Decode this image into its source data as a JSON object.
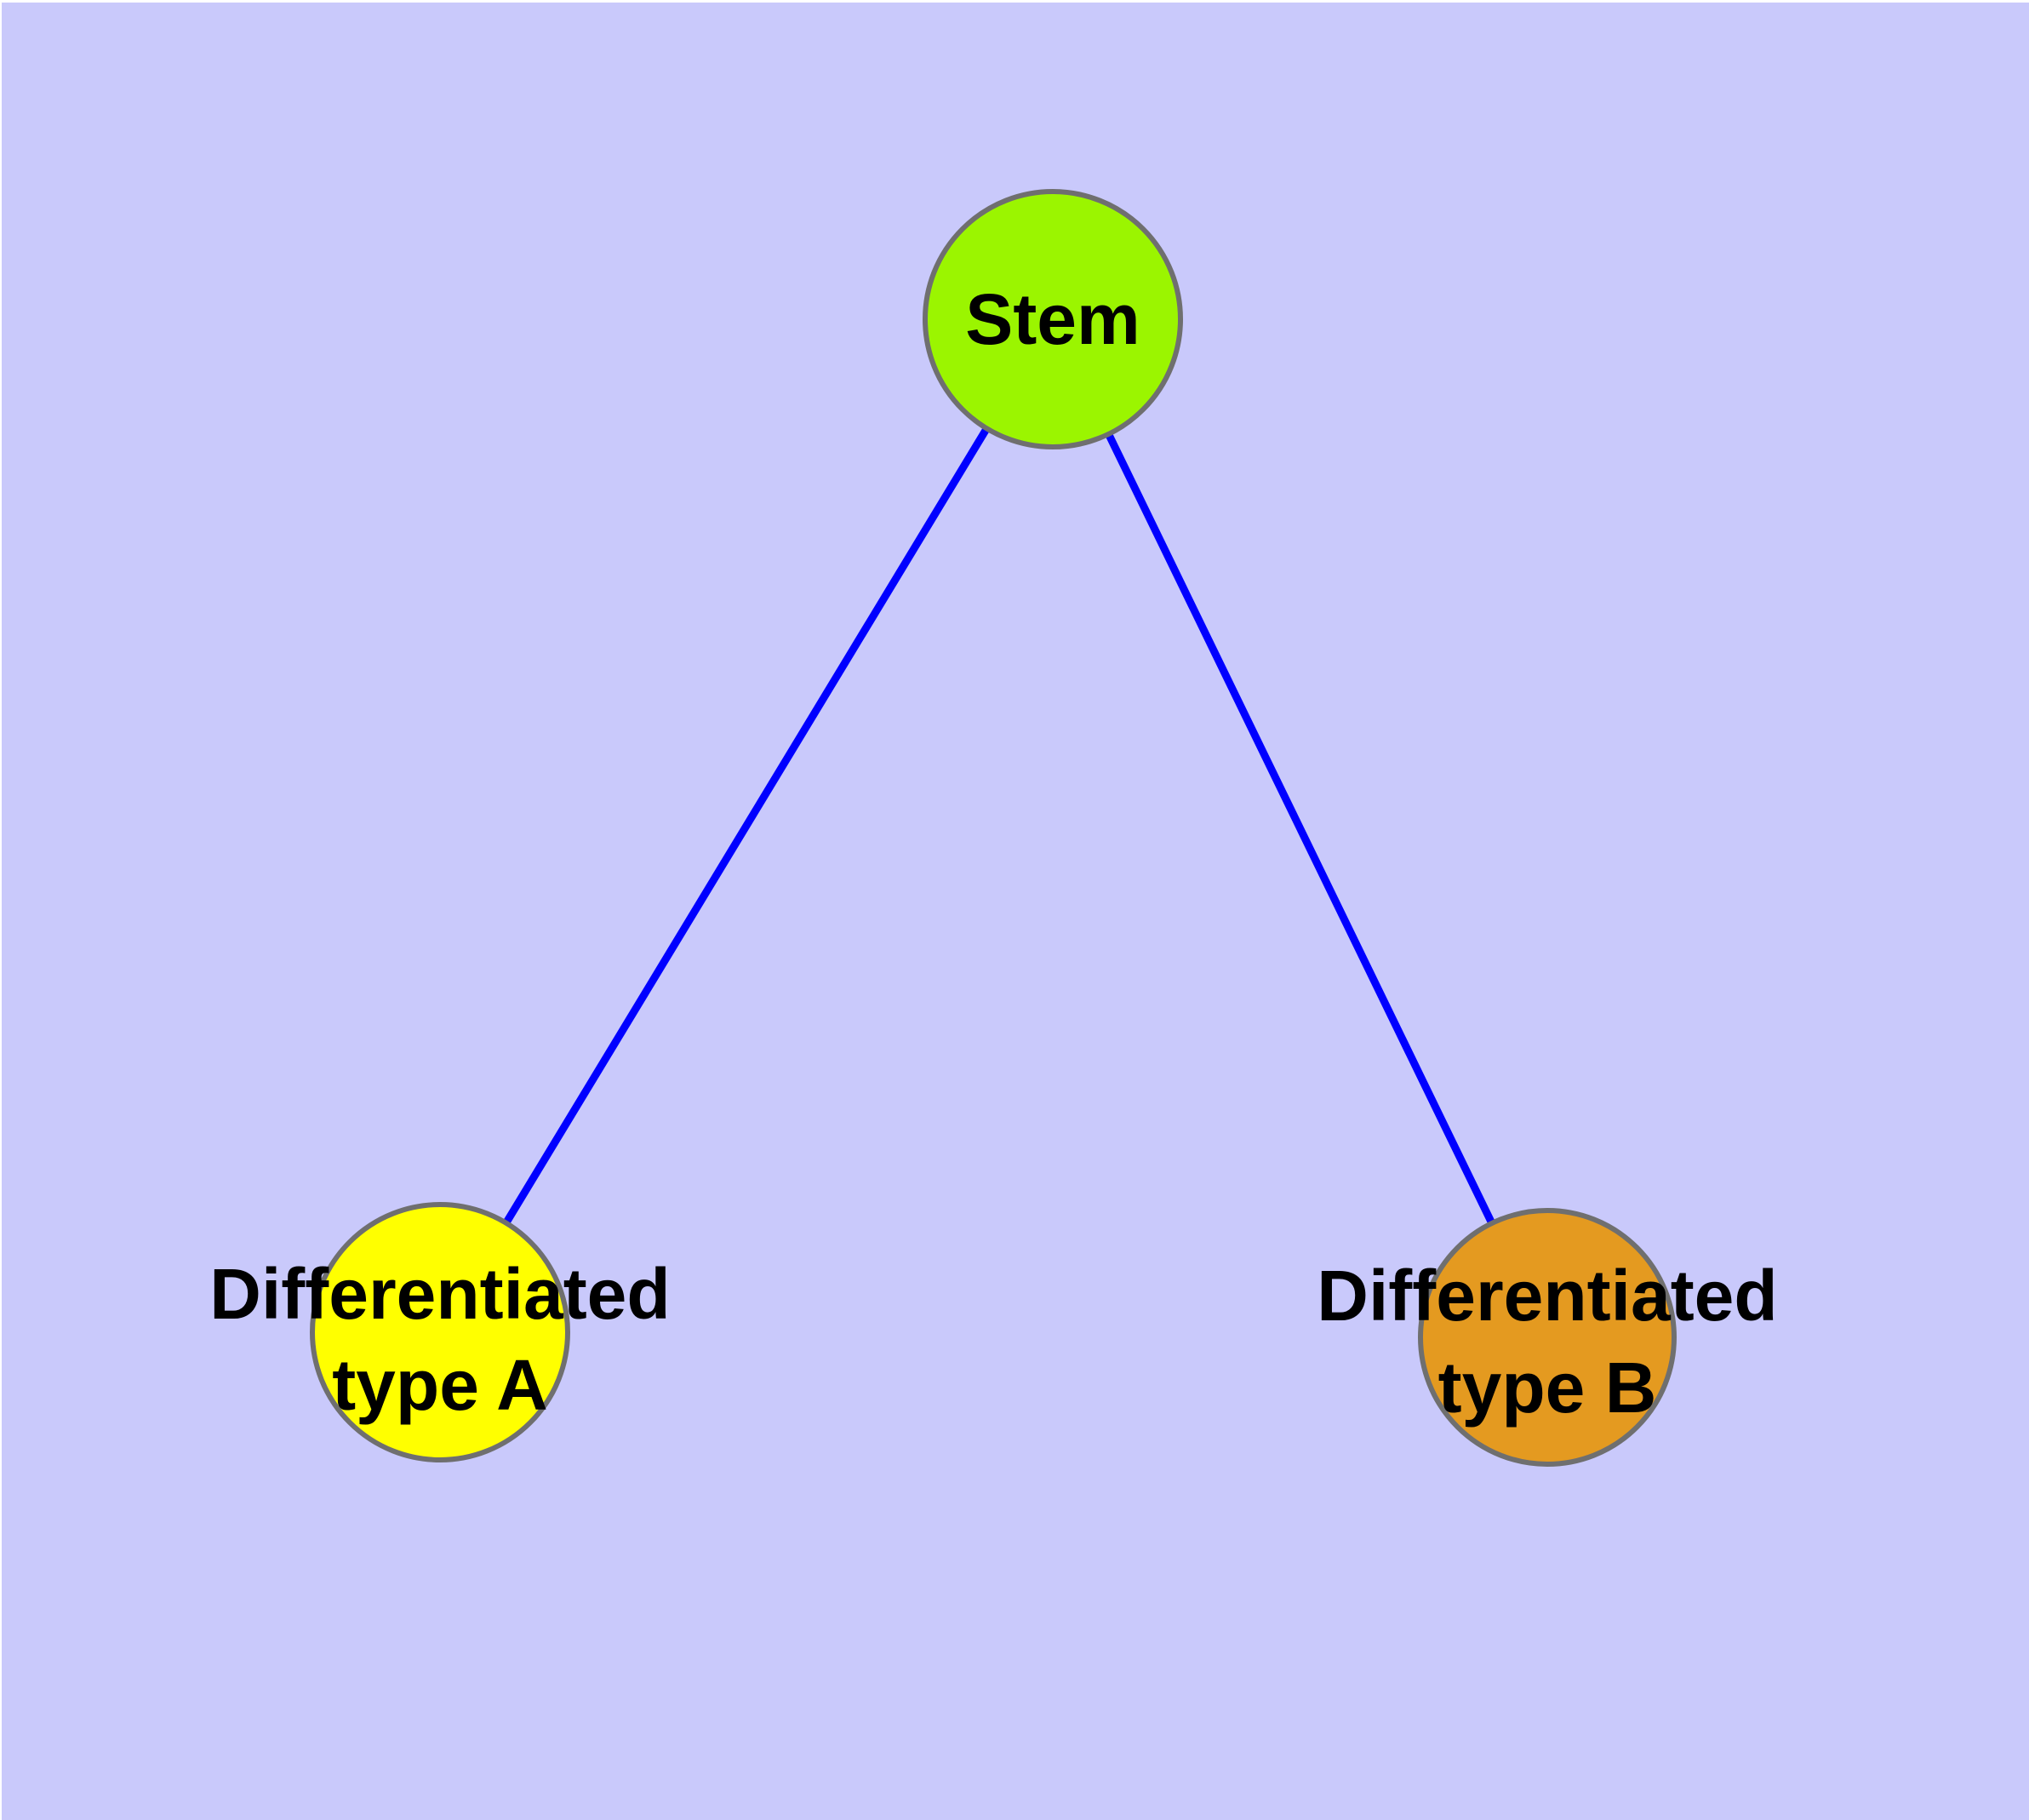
{
  "diagram": {
    "background_color": "#c9c9fb",
    "edge_color": "#0000ff",
    "node_border_color": "#6f6f6f",
    "label_color": "#000000",
    "nodes": [
      {
        "id": "stem",
        "label_lines": [
          "Stem"
        ],
        "color": "#9bf500"
      },
      {
        "id": "differentiated-type-a",
        "label_lines": [
          "Differentiated",
          "type A"
        ],
        "color": "#ffff00"
      },
      {
        "id": "differentiated-type-b",
        "label_lines": [
          "Differentiated",
          "type B"
        ],
        "color": "#e49a20"
      }
    ],
    "edges": [
      {
        "from": "Stem",
        "to": "Differentiated type A"
      },
      {
        "from": "Stem",
        "to": "Differentiated type B"
      }
    ]
  }
}
